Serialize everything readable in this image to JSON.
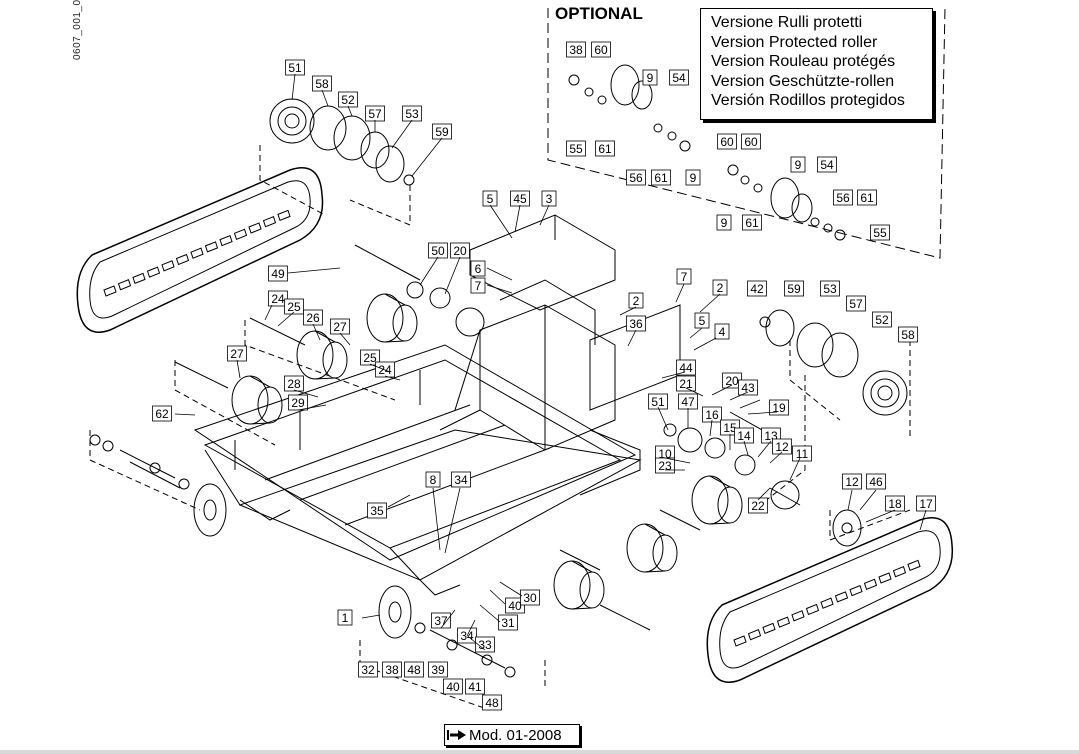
{
  "drawing_code": "0607_001_01",
  "optional_title": "OPTIONAL",
  "optional_versions": [
    "Versione Rulli protetti",
    "Version Protected roller",
    "Version Rouleau protégés",
    "Version Geschützte-rollen",
    "Versión Rodillos protegidos"
  ],
  "model_note": "Mod. 01-2008",
  "icons": {
    "model_arrow": "arrow-right-icon"
  },
  "colors": {
    "ink": "#000000",
    "paper": "#ffffff"
  },
  "callouts": [
    "51",
    "58",
    "52",
    "57",
    "53",
    "59",
    "5",
    "45",
    "3",
    "50",
    "20",
    "6",
    "7",
    "49",
    "24",
    "25",
    "26",
    "27",
    "27",
    "25",
    "24",
    "28",
    "29",
    "62",
    "7",
    "2",
    "2",
    "36",
    "5",
    "4",
    "44",
    "21",
    "20",
    "43",
    "19",
    "42",
    "59",
    "53",
    "57",
    "52",
    "58",
    "51",
    "47",
    "16",
    "15",
    "14",
    "13",
    "12",
    "11",
    "10",
    "23",
    "22",
    "12",
    "46",
    "18",
    "17",
    "8",
    "34",
    "35",
    "1",
    "37",
    "34",
    "33",
    "40",
    "30",
    "31",
    "32",
    "38",
    "48",
    "39",
    "40",
    "41",
    "48",
    "38",
    "60",
    "9",
    "54",
    "55",
    "61",
    "56",
    "61",
    "9",
    "60",
    "60",
    "9",
    "54",
    "56",
    "61",
    "9",
    "61",
    "55",
    "60"
  ]
}
